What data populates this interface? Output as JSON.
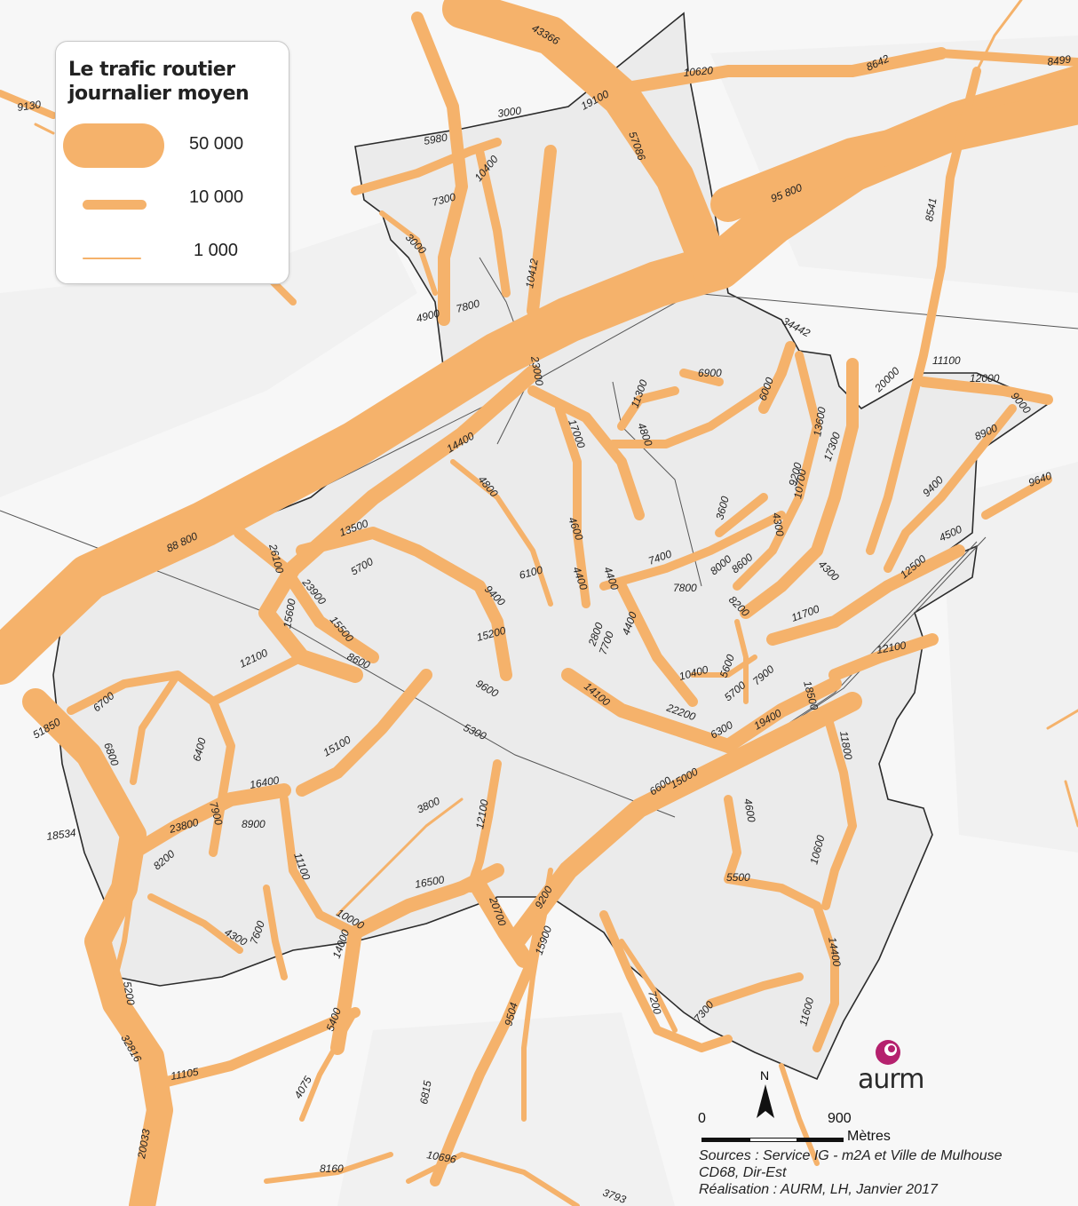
{
  "legend": {
    "title_line1": "Le trafic routier",
    "title_line2": "journalier moyen",
    "entries": [
      {
        "label": "50 000",
        "value": 50000
      },
      {
        "label": "10 000",
        "value": 10000
      },
      {
        "label": "1 000",
        "value": 1000
      }
    ]
  },
  "colors": {
    "traffic": "#f5b26b",
    "background": "#ffffff",
    "area": "#ececec",
    "boundary": "#222222"
  },
  "map": {
    "road_labels": [
      {
        "text": "9130",
        "value": 9130
      },
      {
        "text": "43366",
        "value": 43366
      },
      {
        "text": "10620",
        "value": 10620
      },
      {
        "text": "8642",
        "value": 8642
      },
      {
        "text": "8499",
        "value": 8499
      },
      {
        "text": "3000",
        "value": 3000
      },
      {
        "text": "19100",
        "value": 19100
      },
      {
        "text": "57086",
        "value": 57086
      },
      {
        "text": "5980",
        "value": 5980
      },
      {
        "text": "10400",
        "value": 10400
      },
      {
        "text": "95 800",
        "value": 95800
      },
      {
        "text": "7300",
        "value": 7300
      },
      {
        "text": "8541",
        "value": 8541
      },
      {
        "text": "3000",
        "value": 3000
      },
      {
        "text": "10412",
        "value": 10412
      },
      {
        "text": "4900",
        "value": 4900
      },
      {
        "text": "7800",
        "value": 7800
      },
      {
        "text": "34442",
        "value": 34442
      },
      {
        "text": "23000",
        "value": 23000
      },
      {
        "text": "6900",
        "value": 6900
      },
      {
        "text": "6000",
        "value": 6000
      },
      {
        "text": "20000",
        "value": 20000
      },
      {
        "text": "11100",
        "value": 11100
      },
      {
        "text": "12000",
        "value": 12000
      },
      {
        "text": "9000",
        "value": 9000
      },
      {
        "text": "11300",
        "value": 11300
      },
      {
        "text": "17000",
        "value": 17000
      },
      {
        "text": "4800",
        "value": 4800
      },
      {
        "text": "13600",
        "value": 13600
      },
      {
        "text": "17300",
        "value": 17300
      },
      {
        "text": "8900",
        "value": 8900
      },
      {
        "text": "14400",
        "value": 14400
      },
      {
        "text": "4800",
        "value": 4800
      },
      {
        "text": "9200",
        "value": 9200
      },
      {
        "text": "10700",
        "value": 10700
      },
      {
        "text": "4300",
        "value": 4300
      },
      {
        "text": "3600",
        "value": 3600
      },
      {
        "text": "9400",
        "value": 9400
      },
      {
        "text": "9640",
        "value": 9640
      },
      {
        "text": "4600",
        "value": 4600
      },
      {
        "text": "88 800",
        "value": 88800
      },
      {
        "text": "26100",
        "value": 26100
      },
      {
        "text": "13500",
        "value": 13500
      },
      {
        "text": "4500",
        "value": 4500
      },
      {
        "text": "5700",
        "value": 5700
      },
      {
        "text": "6100",
        "value": 6100
      },
      {
        "text": "4400",
        "value": 4400
      },
      {
        "text": "7400",
        "value": 7400
      },
      {
        "text": "8000",
        "value": 8000
      },
      {
        "text": "8600",
        "value": 8600
      },
      {
        "text": "4300",
        "value": 4300
      },
      {
        "text": "12500",
        "value": 12500
      },
      {
        "text": "23900",
        "value": 23900
      },
      {
        "text": "9400",
        "value": 9400
      },
      {
        "text": "4400",
        "value": 4400
      },
      {
        "text": "7800",
        "value": 7800
      },
      {
        "text": "8200",
        "value": 8200
      },
      {
        "text": "15600",
        "value": 15600
      },
      {
        "text": "15500",
        "value": 15500
      },
      {
        "text": "2800",
        "value": 2800
      },
      {
        "text": "4400",
        "value": 4400
      },
      {
        "text": "11700",
        "value": 11700
      },
      {
        "text": "15200",
        "value": 15200
      },
      {
        "text": "7700",
        "value": 7700
      },
      {
        "text": "12100",
        "value": 12100
      },
      {
        "text": "8600",
        "value": 8600
      },
      {
        "text": "12100",
        "value": 12100
      },
      {
        "text": "10400",
        "value": 10400
      },
      {
        "text": "5600",
        "value": 5600
      },
      {
        "text": "7900",
        "value": 7900
      },
      {
        "text": "18500",
        "value": 18500
      },
      {
        "text": "6700",
        "value": 6700
      },
      {
        "text": "9600",
        "value": 9600
      },
      {
        "text": "14100",
        "value": 14100
      },
      {
        "text": "5700",
        "value": 5700
      },
      {
        "text": "22200",
        "value": 22200
      },
      {
        "text": "19400",
        "value": 19400
      },
      {
        "text": "5300",
        "value": 5300
      },
      {
        "text": "6300",
        "value": 6300
      },
      {
        "text": "11800",
        "value": 11800
      },
      {
        "text": "51850",
        "value": 51850
      },
      {
        "text": "6800",
        "value": 6800
      },
      {
        "text": "6400",
        "value": 6400
      },
      {
        "text": "15100",
        "value": 15100
      },
      {
        "text": "15000",
        "value": 15000
      },
      {
        "text": "16400",
        "value": 16400
      },
      {
        "text": "6600",
        "value": 6600
      },
      {
        "text": "7900",
        "value": 7900
      },
      {
        "text": "8900",
        "value": 8900
      },
      {
        "text": "4600",
        "value": 4600
      },
      {
        "text": "23800",
        "value": 23800
      },
      {
        "text": "3800",
        "value": 3800
      },
      {
        "text": "12100",
        "value": 12100
      },
      {
        "text": "18534",
        "value": 18534
      },
      {
        "text": "11100",
        "value": 11100
      },
      {
        "text": "10600",
        "value": 10600
      },
      {
        "text": "8200",
        "value": 8200
      },
      {
        "text": "5500",
        "value": 5500
      },
      {
        "text": "16500",
        "value": 16500
      },
      {
        "text": "20700",
        "value": 20700
      },
      {
        "text": "9200",
        "value": 9200
      },
      {
        "text": "10000",
        "value": 10000
      },
      {
        "text": "4300",
        "value": 4300
      },
      {
        "text": "7600",
        "value": 7600
      },
      {
        "text": "14000",
        "value": 14000
      },
      {
        "text": "15900",
        "value": 15900
      },
      {
        "text": "14400",
        "value": 14400
      },
      {
        "text": "5200",
        "value": 5200
      },
      {
        "text": "7200",
        "value": 7200
      },
      {
        "text": "5400",
        "value": 5400
      },
      {
        "text": "9504",
        "value": 9504
      },
      {
        "text": "7300",
        "value": 7300
      },
      {
        "text": "11600",
        "value": 11600
      },
      {
        "text": "32816",
        "value": 32816
      },
      {
        "text": "11105",
        "value": 11105
      },
      {
        "text": "4075",
        "value": 4075
      },
      {
        "text": "6815",
        "value": 6815
      },
      {
        "text": "20033",
        "value": 20033
      },
      {
        "text": "10696",
        "value": 10696
      },
      {
        "text": "8160",
        "value": 8160
      },
      {
        "text": "3793",
        "value": 3793
      }
    ]
  },
  "north": {
    "label": "N"
  },
  "scale": {
    "start": "0",
    "end": "900",
    "unit": "Mètres"
  },
  "credits": {
    "line1": "Sources :  Service IG - m2A et Ville de Mulhouse",
    "line2": "CD68, Dir-Est",
    "line3": "Réalisation : AURM, LH, Janvier 2017"
  },
  "logo": {
    "text": "aurm"
  }
}
